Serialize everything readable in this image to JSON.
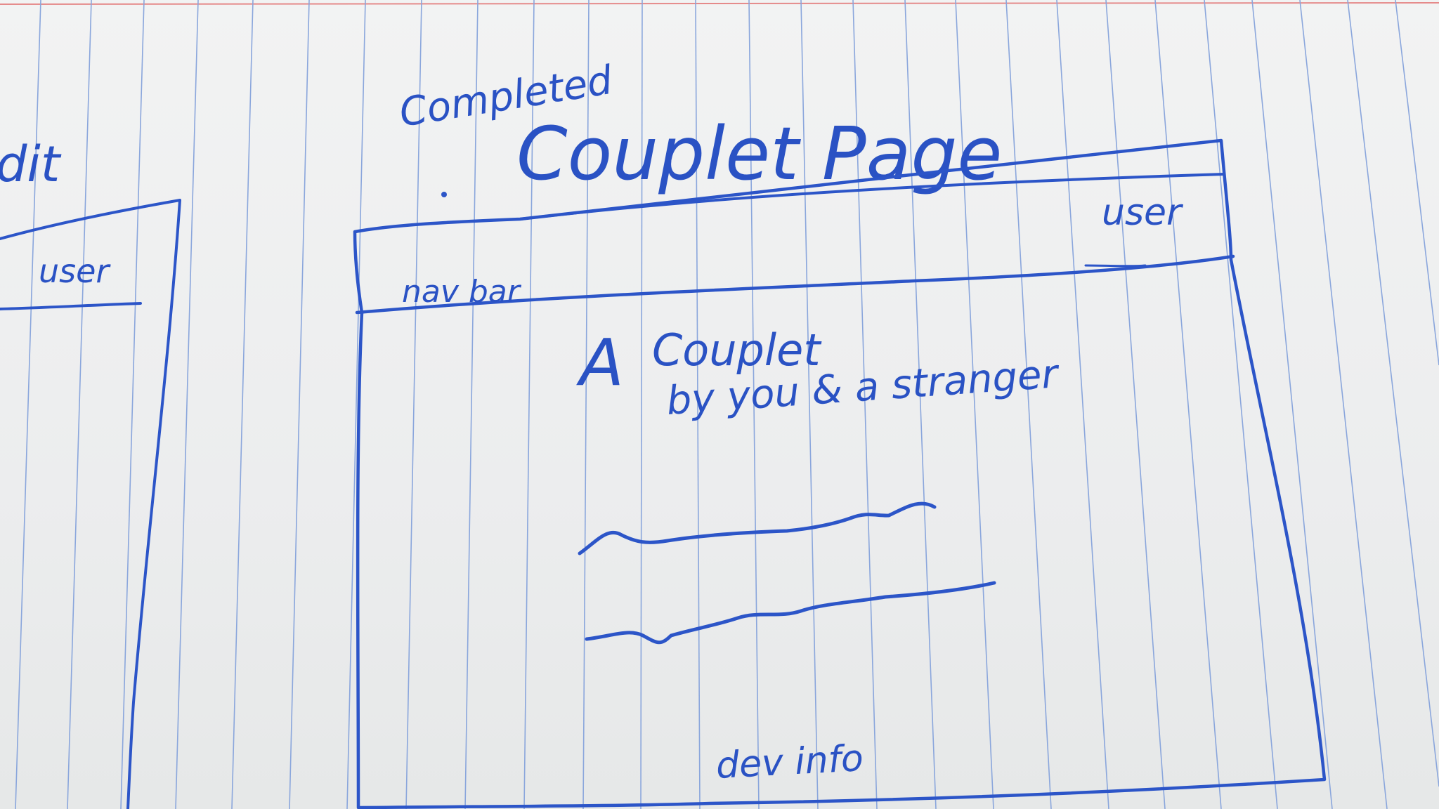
{
  "title": {
    "small": "Completed",
    "main": "Couplet Page"
  },
  "left_sketch": {
    "heading_fragment": "dit",
    "user_label": "user"
  },
  "main_sketch": {
    "navbar_label": "nav bar",
    "user_label": "user",
    "content": {
      "big_letter": "A",
      "couplet_label": "Couplet",
      "byline": "by you & a stranger"
    },
    "footer_label": "dev info"
  },
  "colors": {
    "ink": "#2c55c8",
    "paper": "#eef0f0",
    "ruling": "#8aa6dc",
    "margin": "#e58a8a"
  }
}
